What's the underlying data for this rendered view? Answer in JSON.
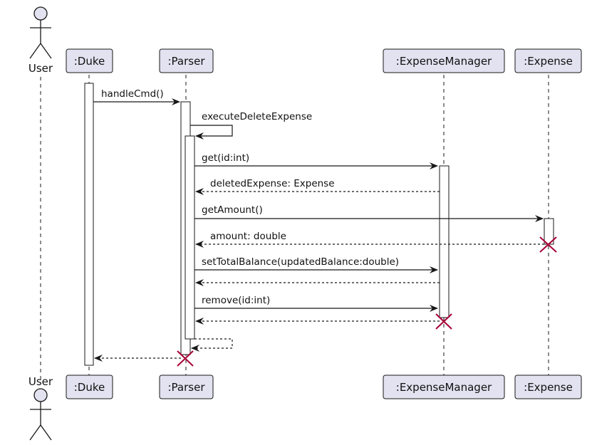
{
  "actor": {
    "label": "User"
  },
  "participants": [
    {
      "id": "duke",
      "label": ":Duke"
    },
    {
      "id": "parser",
      "label": ":Parser"
    },
    {
      "id": "expensemanager",
      "label": ":ExpenseManager"
    },
    {
      "id": "expense",
      "label": ":Expense"
    }
  ],
  "messages": [
    {
      "id": "handle-cmd",
      "label": "handleCmd()",
      "from": "duke",
      "to": "parser",
      "kind": "call"
    },
    {
      "id": "execute-delete-expense",
      "label": "executeDeleteExpense",
      "from": "parser",
      "to": "parser",
      "kind": "self-call"
    },
    {
      "id": "get",
      "label": "get(id:int)",
      "from": "parser",
      "to": "expensemanager",
      "kind": "call"
    },
    {
      "id": "deleted-expense-return",
      "label": "deletedExpense: Expense",
      "from": "expensemanager",
      "to": "parser",
      "kind": "return"
    },
    {
      "id": "get-amount",
      "label": "getAmount()",
      "from": "parser",
      "to": "expense",
      "kind": "call"
    },
    {
      "id": "amount-return",
      "label": "amount: double",
      "from": "expense",
      "to": "parser",
      "kind": "return"
    },
    {
      "id": "set-total-balance",
      "label": "setTotalBalance(updatedBalance:double)",
      "from": "parser",
      "to": "expensemanager",
      "kind": "call"
    },
    {
      "id": "set-total-balance-return",
      "label": "",
      "from": "expensemanager",
      "to": "parser",
      "kind": "return"
    },
    {
      "id": "remove",
      "label": "remove(id:int)",
      "from": "parser",
      "to": "expensemanager",
      "kind": "call"
    },
    {
      "id": "remove-return",
      "label": "",
      "from": "expensemanager",
      "to": "parser",
      "kind": "return"
    },
    {
      "id": "self-return",
      "label": "",
      "from": "parser",
      "to": "parser",
      "kind": "self-return"
    },
    {
      "id": "handle-cmd-return",
      "label": "",
      "from": "parser",
      "to": "duke",
      "kind": "return"
    }
  ],
  "destroyed": [
    "expense",
    "expensemanager",
    "parser"
  ],
  "colors": {
    "box_fill": "#e2e2f0",
    "box_stroke": "#181818",
    "line": "#181818",
    "lifeline": "#181818",
    "destroy": "#a80036",
    "text": "#111111"
  }
}
